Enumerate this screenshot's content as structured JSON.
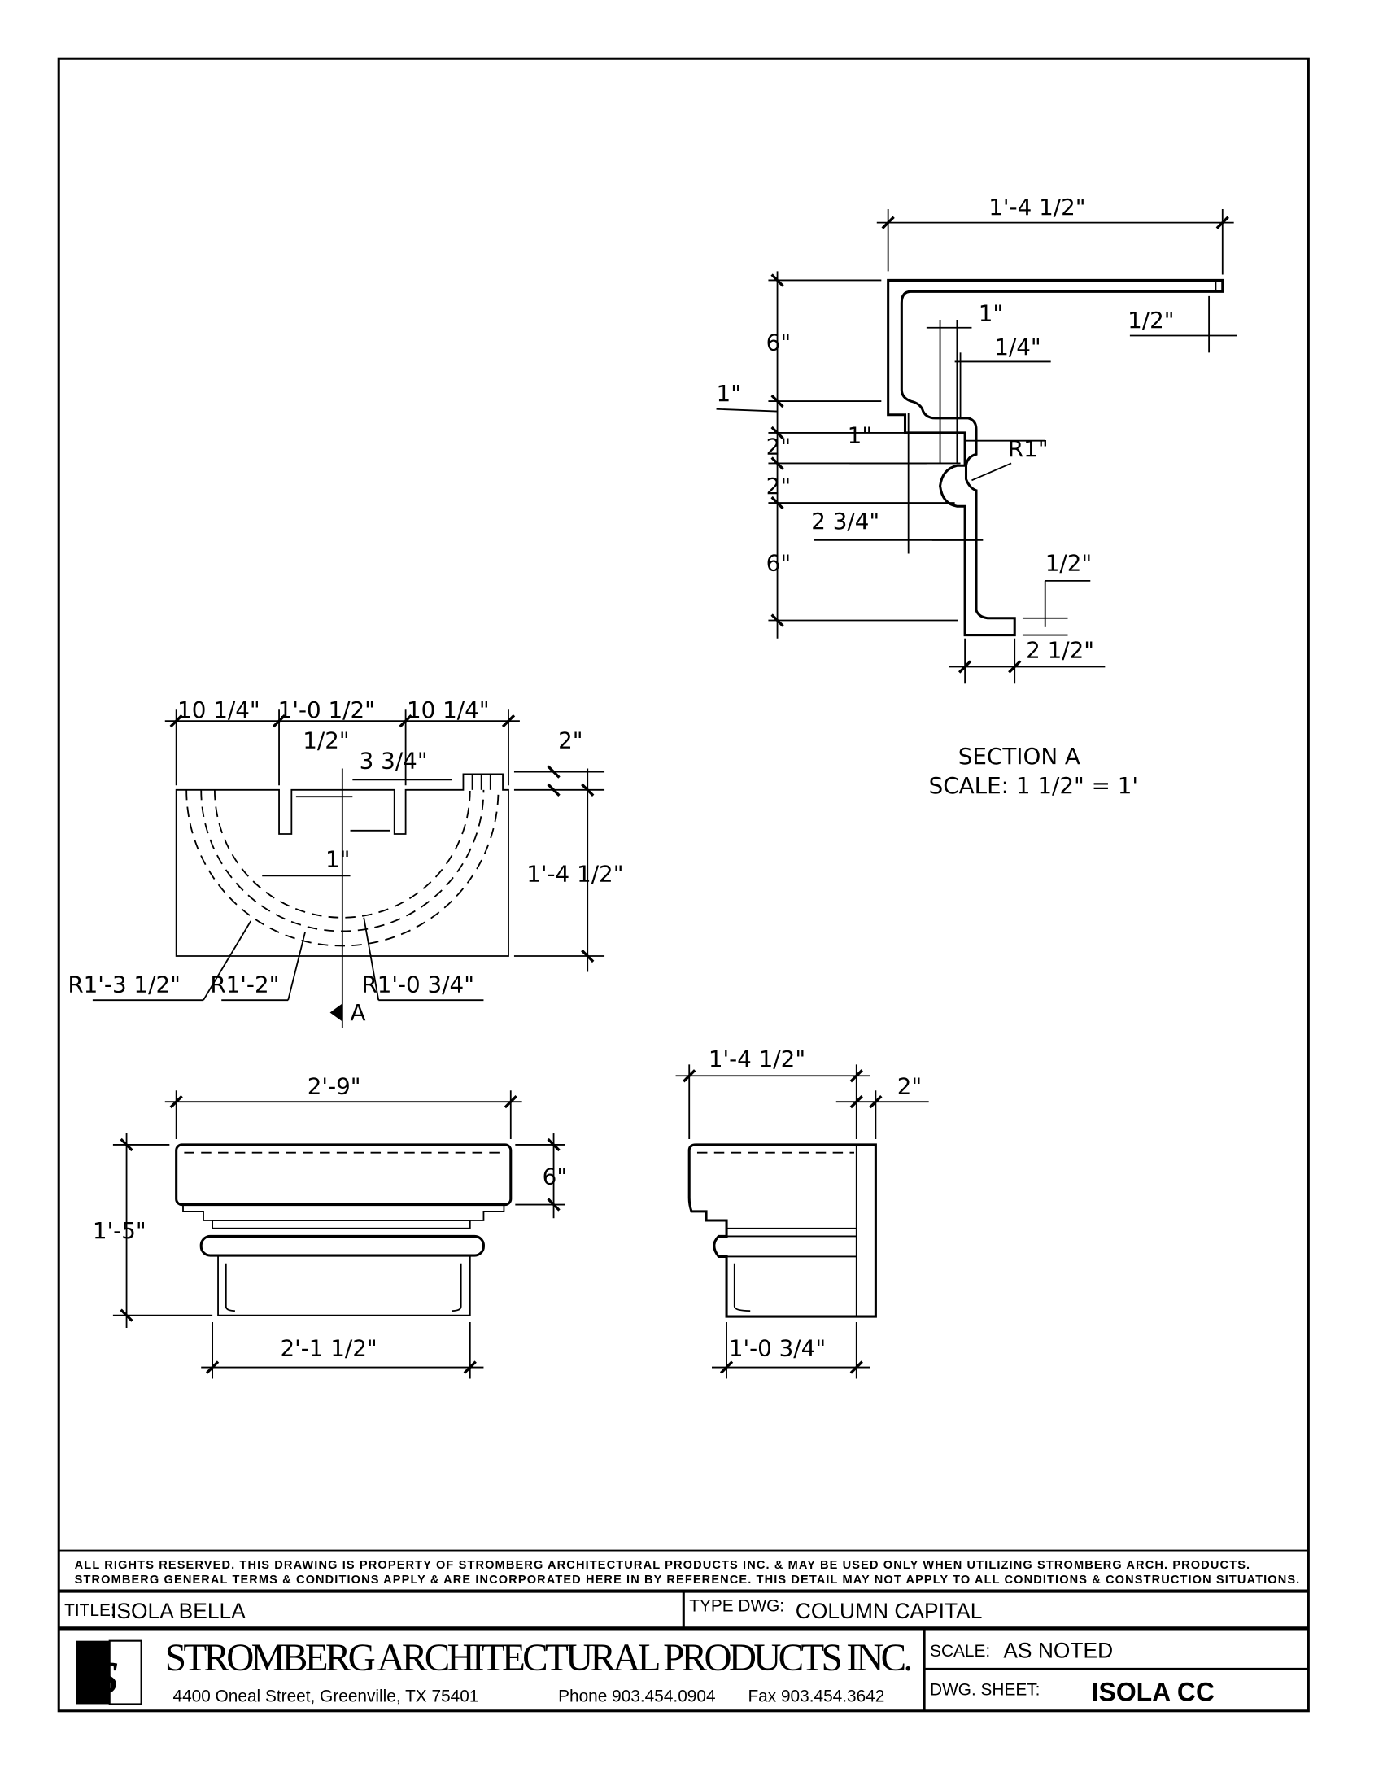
{
  "section_a": {
    "dims": [
      "1'-4 1/2\"",
      "1/2\"",
      "6\"",
      "1\"",
      "1/4\"",
      "1\"",
      "2\"",
      "1\"",
      "R1\"",
      "2\"",
      "2 3/4\"",
      "6\"",
      "1/2\"",
      "2 1/2\""
    ],
    "title": "SECTION   A",
    "scale": "SCALE:   1 1/2\"  =  1'"
  },
  "plan": {
    "dims": [
      "10 1/4\"",
      "1'-0 1/2\"",
      "10 1/4\"",
      "1/2\"",
      "3 3/4\"",
      "2\"",
      "1\"",
      "1'-4 1/2\"",
      "R1'-3 1/2\"",
      "R1'-2\"",
      "R1'-0 3/4\""
    ],
    "section_mark": "A"
  },
  "front": {
    "dims": [
      "2'-9\"",
      "6\"",
      "1'-5\"",
      "2'-1 1/2\""
    ]
  },
  "side": {
    "dims": [
      "1'-4 1/2\"",
      "2\"",
      "1'-0 3/4\""
    ]
  },
  "title_block": {
    "disclaimer_1": "ALL RIGHTS RESERVED. THIS DRAWING IS PROPERTY OF STROMBERG ARCHITECTURAL PRODUCTS INC. & MAY BE USED ONLY WHEN UTILIZING STROMBERG ARCH. PRODUCTS.",
    "disclaimer_2": "STROMBERG GENERAL TERMS & CONDITIONS APPLY & ARE INCORPORATED HERE IN BY REFERENCE. THIS DETAIL MAY NOT APPLY TO ALL CONDITIONS & CONSTRUCTION SITUATIONS.",
    "title_label": "TITLE:",
    "title_value": "ISOLA BELLA",
    "type_label": "TYPE DWG:",
    "type_value": "COLUMN CAPITAL",
    "company": "STROMBERG ARCHITECTURAL PRODUCTS INC.",
    "address": "4400 Oneal Street, Greenville, TX  75401",
    "phone": "Phone 903.454.0904",
    "fax": "Fax 903.454.3642",
    "scale_label": "SCALE:",
    "scale_value": "AS NOTED",
    "sheet_label": "DWG. SHEET:",
    "sheet_value": "ISOLA CC",
    "logo_letter": "S"
  }
}
